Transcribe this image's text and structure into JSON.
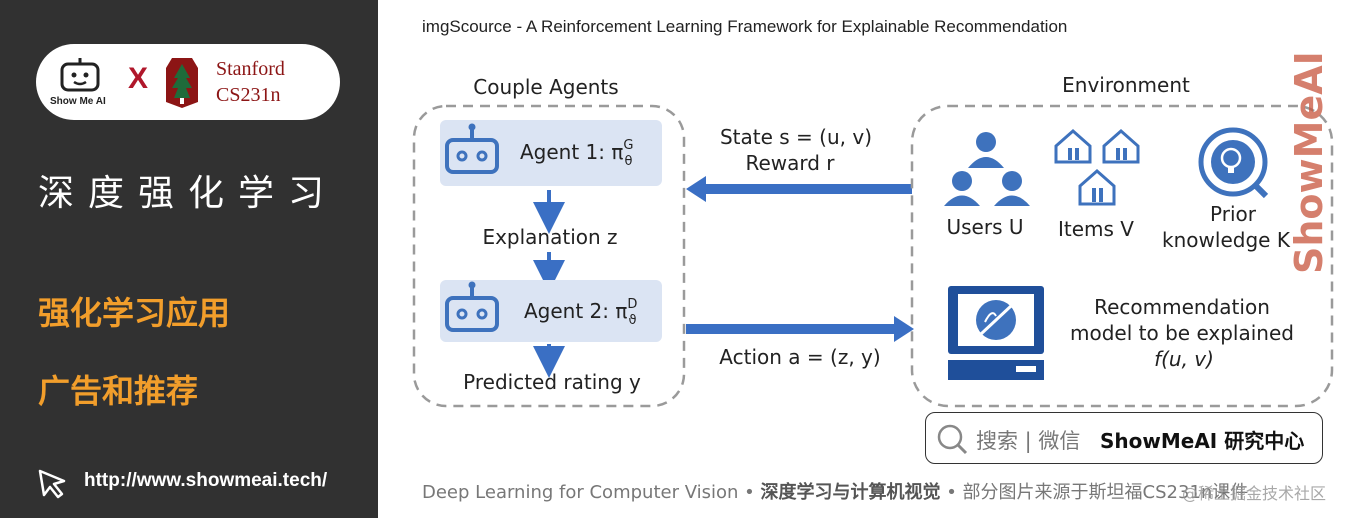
{
  "sidebar": {
    "logo_caption": "Show Me AI",
    "logo_x": "X",
    "stanford_line1": "Stanford",
    "stanford_line2": "CS231n",
    "title": "深度强化学习",
    "subtitle1": "强化学习应用",
    "subtitle2": "广告和推荐",
    "url": "http://www.showmeai.tech/"
  },
  "diagram": {
    "source_line": "imgScource -  A Reinforcement Learning Framework for Explainable Recommendation",
    "couple_agents_label": "Couple Agents",
    "environment_label": "Environment",
    "agent1_label": "Agent 1: π",
    "agent1_sup": "G",
    "agent1_sub": "θ",
    "agent2_label": "Agent 2: π",
    "agent2_sup": "D",
    "agent2_sub": "ϑ",
    "explanation_label": "Explanation z",
    "predicted_label": "Predicted rating y",
    "state_label": "State s = (u, v)",
    "reward_label": "Reward r",
    "action_label": "Action a = (z, y)",
    "users_label": "Users U",
    "items_label": "Items V",
    "prior_label_1": "Prior",
    "prior_label_2": "knowledge K",
    "rec_line1": "Recommendation",
    "rec_line2": "model to be explained",
    "rec_line3": "f(u, v)"
  },
  "search": {
    "placeholder": "搜索 | 微信",
    "brand": "ShowMeAI 研究中心"
  },
  "footer": {
    "part1": "Deep Learning for Computer Vision",
    "sep": " • ",
    "part2": "深度学习与计算机视觉",
    "part3": "部分图片来源于斯坦福CS231n课件"
  },
  "watermark": {
    "text": "ShowMeAI",
    "platform": "@稀土掘金技术社区"
  },
  "colors": {
    "sidebar_bg": "#313131",
    "accent_orange": "#f29e2b",
    "stanford_red": "#8c1515",
    "arrow_blue": "#3a6fc4",
    "agent_box": "#dbe4f3",
    "icon_blue": "#3e72bd"
  }
}
